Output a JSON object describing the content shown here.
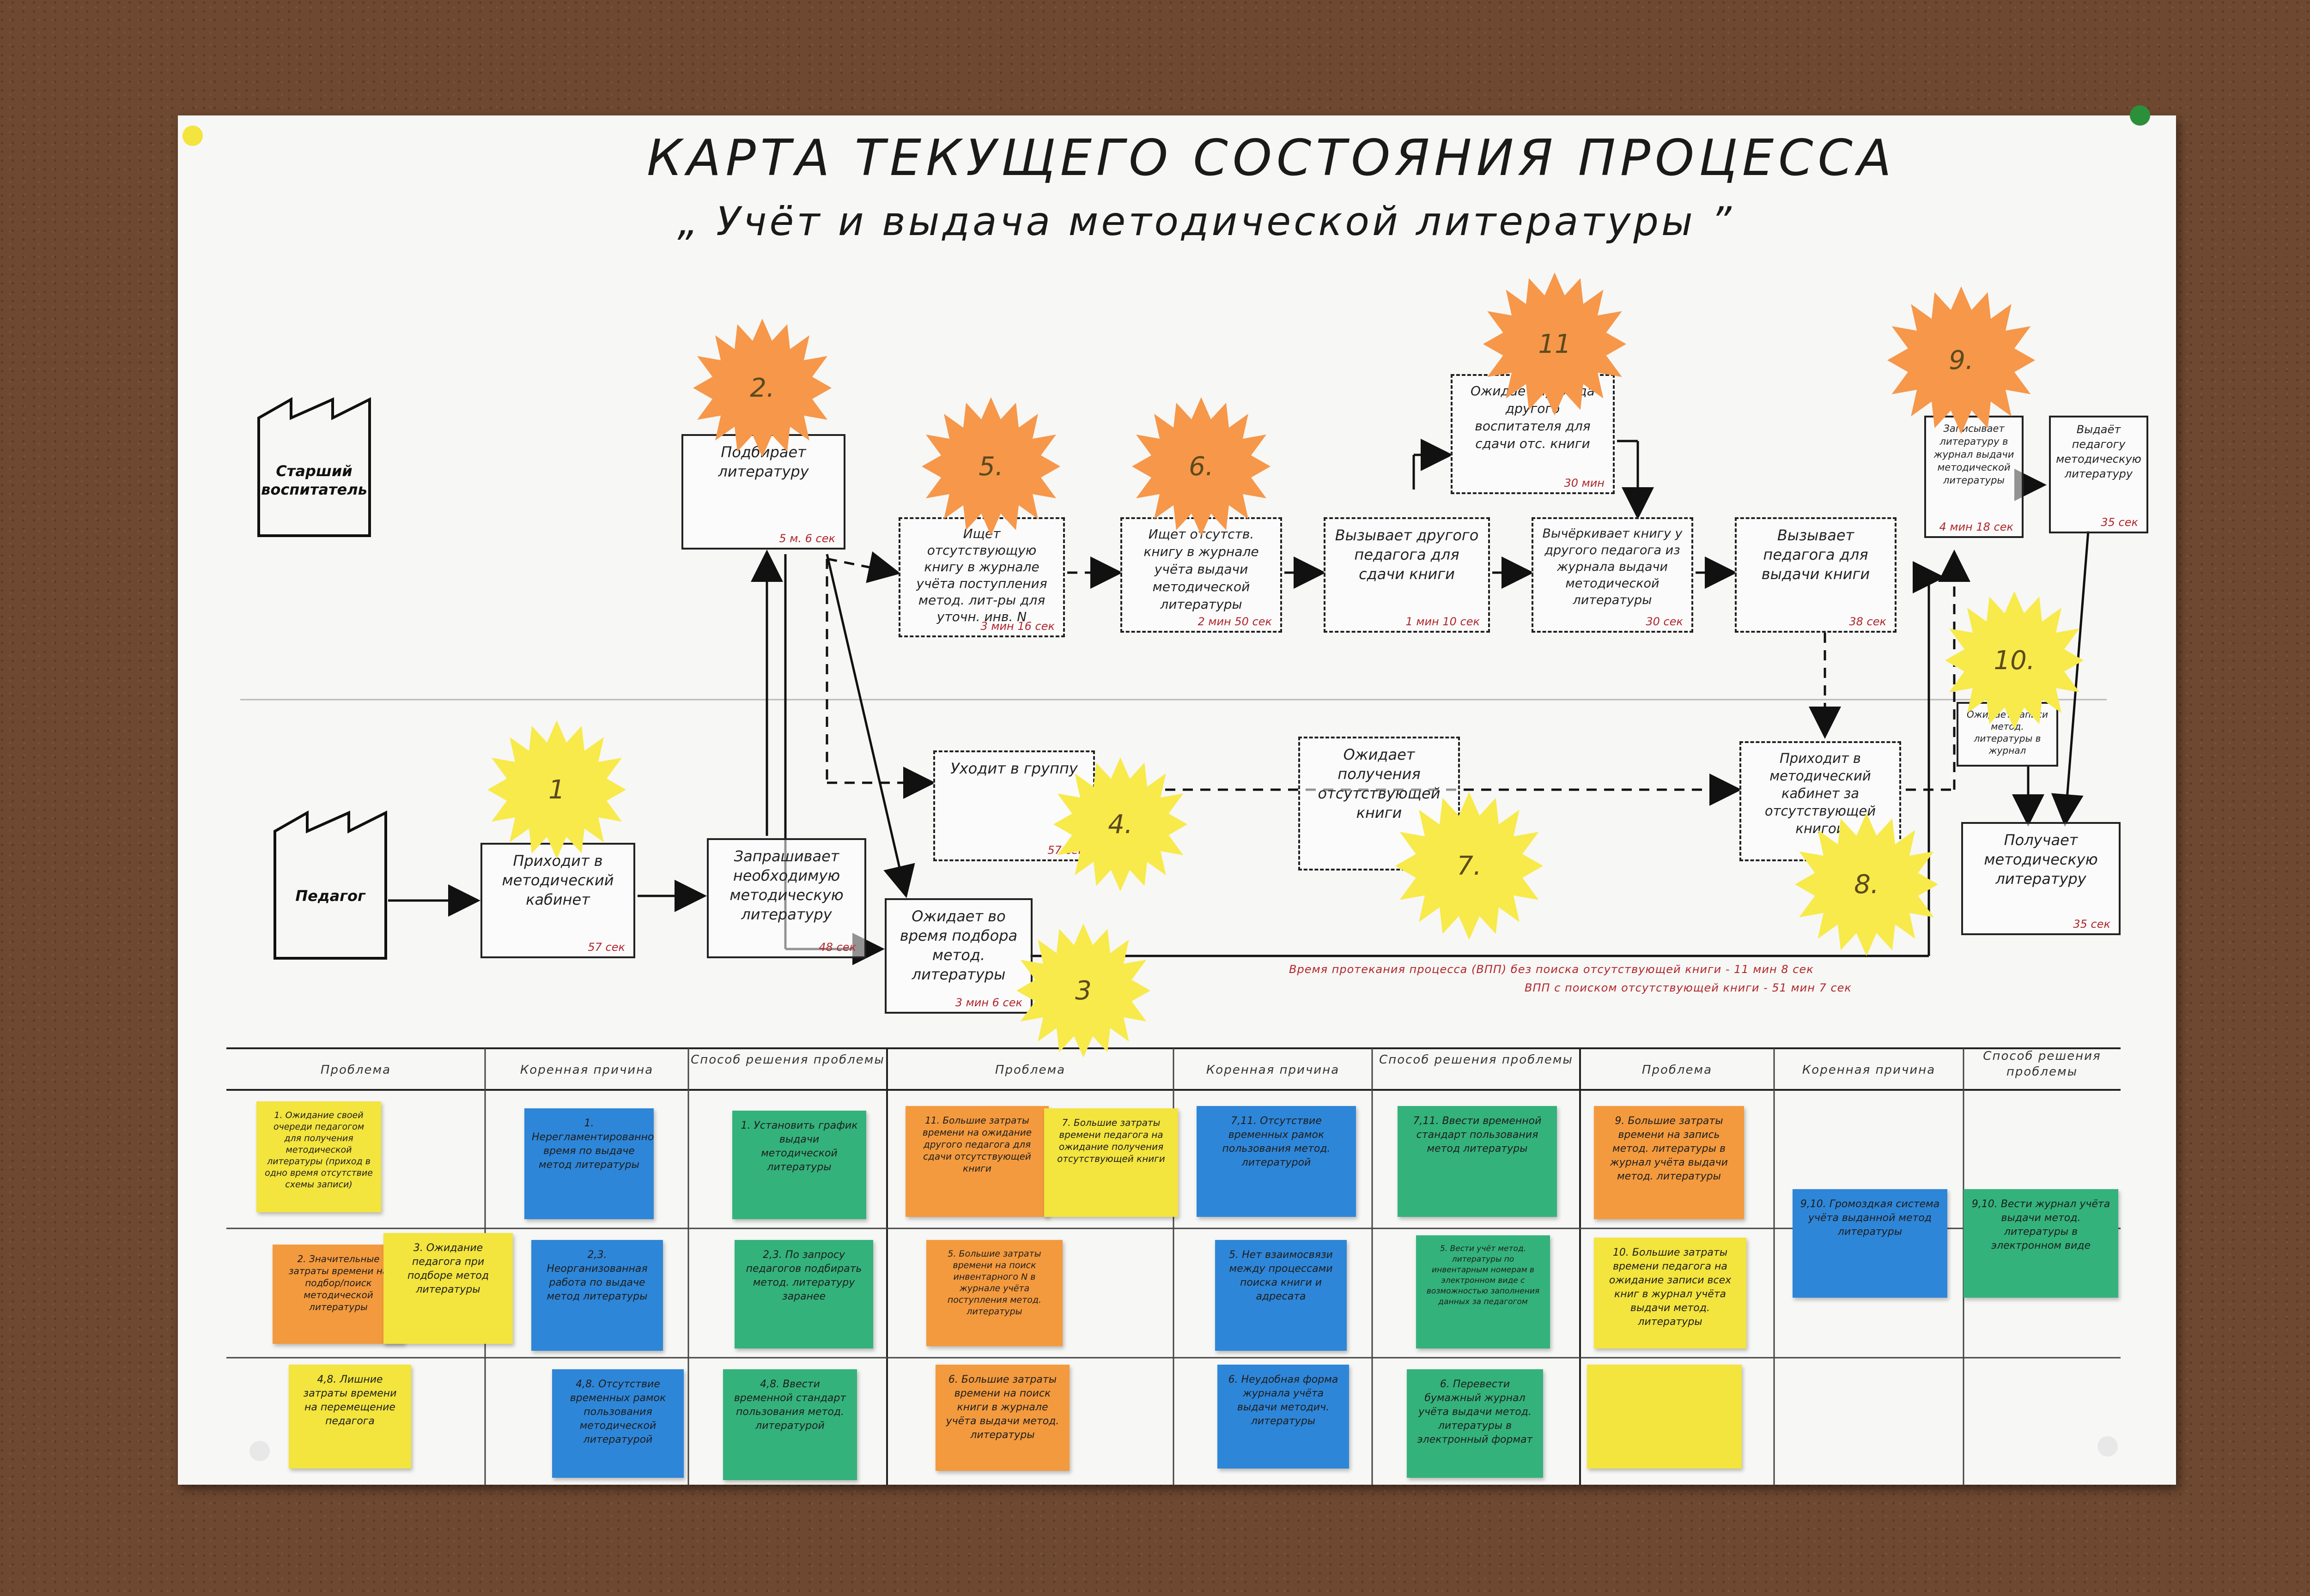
{
  "title": {
    "line1": "КАРТА ТЕКУЩЕГО СОСТОЯНИЯ ПРОЦЕССА",
    "line2": "„ Учёт и выдача методической литературы ”"
  },
  "actors": {
    "senior": "Старший воспитатель",
    "teacher": "Педагог"
  },
  "process": [
    {
      "id": "p1",
      "text": "Приходит в методический кабинет",
      "time": "57 сек"
    },
    {
      "id": "p2",
      "text": "Запрашивает необходимую методическую литературу",
      "time": "48 сек"
    },
    {
      "id": "p3",
      "text": "Подбирает литературу",
      "time": "5 м. 6 сек"
    },
    {
      "id": "p4",
      "text": "Ожидает во время подбора метод. литературы",
      "time": "3 мин 6 сек"
    },
    {
      "id": "p5",
      "text": "Ищет отсутствующую книгу в журнале учёта поступления метод. лит-ры для уточн. инв. N",
      "time": "3 мин 16 сек"
    },
    {
      "id": "p6",
      "text": "Ищет отсутств. книгу в журнале учёта выдачи методической литературы",
      "time": "2 мин 50 сек"
    },
    {
      "id": "p7",
      "text": "Уходит в группу",
      "time": "57 сек"
    },
    {
      "id": "p8",
      "text": "Вызывает другого педагога для сдачи книги",
      "time": "1 мин 10 сек"
    },
    {
      "id": "p9",
      "text": "Ожидает прихода другого воспитателя для сдачи отс. книги",
      "time": "30 мин"
    },
    {
      "id": "p10",
      "text": "Вычёркивает книгу у другого педагога из журнала выдачи методической литературы",
      "time": "30 сек"
    },
    {
      "id": "p11",
      "text": "Ожидает получения отсутствующей книги",
      "time": ""
    },
    {
      "id": "p12",
      "text": "Вызывает педагога для выдачи книги",
      "time": "38 сек"
    },
    {
      "id": "p13",
      "text": "Приходит в методический кабинет за отсутствующей книгой",
      "time": ""
    },
    {
      "id": "p14",
      "text": "Записывает литературу в журнал выдачи методической литературы",
      "time": "4 мин 18 сек"
    },
    {
      "id": "p15",
      "text": "Выдаёт педагогу методическую литературу",
      "time": "35 сек"
    },
    {
      "id": "p16",
      "text": "Ожидает записи метод. литературы в журнал",
      "time": ""
    },
    {
      "id": "p17",
      "text": "Получает методическую литературу",
      "time": "35 сек"
    }
  ],
  "bursts": [
    "1",
    "2.",
    "3",
    "4.",
    "5.",
    "6.",
    "7.",
    "8.",
    "9.",
    "10.",
    "11"
  ],
  "summary": {
    "line1": "Время протекания процесса (ВПП) без поиска отсутствующей книги - 11 мин 8 сек",
    "line2": "ВПП с поиском отсутствующей книги - 51 мин 7 сек"
  },
  "table": {
    "headers": [
      "Проблема",
      "Коренная причина",
      "Способ решения проблемы",
      "Проблема",
      "Коренная причина",
      "Способ решения проблемы",
      "Проблема",
      "Коренная причина",
      "Способ решения проблемы"
    ]
  },
  "notes": [
    {
      "id": "n1",
      "color": "y",
      "text": "1. Ожидание своей очереди педагогом для получения методической литературы (приход в одно время отсутствие схемы записи)"
    },
    {
      "id": "n2",
      "color": "b",
      "text": "1. Нерегламентированное время по выдаче метод литературы"
    },
    {
      "id": "n3",
      "color": "g",
      "text": "1. Установить график выдачи методической литературы"
    },
    {
      "id": "n4",
      "color": "o",
      "text": "2. Значительные затраты времени на подбор/поиск методической литературы"
    },
    {
      "id": "n5",
      "color": "y",
      "text": "3. Ожидание педагога при подборе метод литературы"
    },
    {
      "id": "n6",
      "color": "b",
      "text": "2,3. Неорганизованная работа по выдаче метод литературы"
    },
    {
      "id": "n7",
      "color": "g",
      "text": "2,3. По запросу педагогов подбирать метод. литературу заранее"
    },
    {
      "id": "n8",
      "color": "y",
      "text": "4,8. Лишние затраты времени на перемещение педагога"
    },
    {
      "id": "n9",
      "color": "b",
      "text": "4,8. Отсутствие временных рамок пользования методической литературой"
    },
    {
      "id": "n10",
      "color": "g",
      "text": "4,8. Ввести временной стандарт пользования метод. литературой"
    },
    {
      "id": "n11",
      "color": "o",
      "text": "11. Большие затраты времени на ожидание другого педагога для сдачи отсутствующей книги"
    },
    {
      "id": "n12",
      "color": "y",
      "text": "7. Большие затраты времени педагога на ожидание получения отсутствующей книги"
    },
    {
      "id": "n13",
      "color": "b",
      "text": "7,11. Отсутствие временных рамок пользования метод. литературой"
    },
    {
      "id": "n14",
      "color": "g",
      "text": "7,11. Ввести временной стандарт пользования метод литературы"
    },
    {
      "id": "n15",
      "color": "o",
      "text": "5. Большие затраты времени на поиск инвентарного N в журнале учёта поступления метод. литературы"
    },
    {
      "id": "n16",
      "color": "b",
      "text": "5. Нет взаимосвязи между процессами поиска книги и адресата"
    },
    {
      "id": "n17",
      "color": "g",
      "text": "5. Вести учёт метод. литературы по инвентарным номерам в электронном виде с возможностью заполнения данных за педагогом"
    },
    {
      "id": "n18",
      "color": "o",
      "text": "6. Большие затраты времени на поиск книги в журнале учёта выдачи метод. литературы"
    },
    {
      "id": "n19",
      "color": "b",
      "text": "6. Неудобная форма журнала учёта выдачи методич. литературы"
    },
    {
      "id": "n20",
      "color": "g",
      "text": "6. Перевести бумажный журнал учёта выдачи метод. литературы в электронный формат"
    },
    {
      "id": "n21",
      "color": "o",
      "text": "9. Большие затраты времени на запись метод. литературы в журнал учёта выдачи метод. литературы"
    },
    {
      "id": "n22",
      "color": "y",
      "text": "10. Большие затраты времени педагога на ожидание записи всех книг в журнал учёта выдачи метод. литературы"
    },
    {
      "id": "n23",
      "color": "y",
      "text": ""
    },
    {
      "id": "n24",
      "color": "b",
      "text": "9,10. Громоздкая система учёта выданной метод литературы"
    },
    {
      "id": "n25",
      "color": "g",
      "text": "9,10. Вести журнал учёта выдачи метод. литературы в электронном виде"
    }
  ]
}
